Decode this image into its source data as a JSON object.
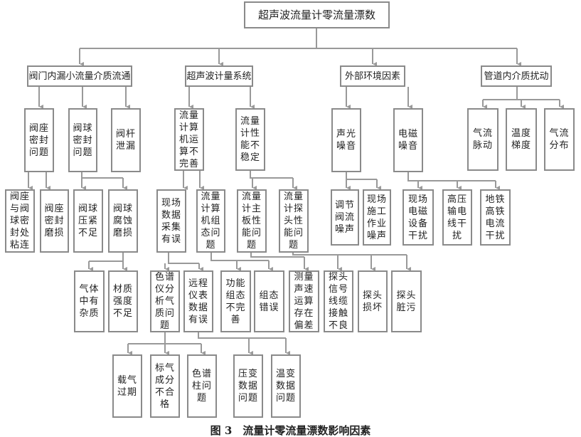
{
  "root": "超声波流量计零流量漂数",
  "l1": [
    "阀门内漏小流量介质流通",
    "超声波计量系统",
    "外部环境因素",
    "管道内介质扰动"
  ],
  "r2": [
    "阀座密封问题",
    "阀球密封问题",
    "阀杆泄漏",
    "流量计算机运算不完善",
    "流量计性能不稳定",
    "声光噪音",
    "电磁噪音",
    "气流脉动",
    "温度梯度",
    "气流分布"
  ],
  "r3": [
    "阀座与阀球密封处粘连",
    "阀座密封磨损",
    "阀球压紧不足",
    "阀球腐蚀磨损",
    "现场数据采集有误",
    "流量计算机组态问题",
    "流量计主板性能问题",
    "流量计探头性能问题",
    "调节阀流噪声",
    "现场施工作业噪声",
    "现场电磁设备干扰",
    "高压输电线干扰",
    "地铁高铁电流干扰"
  ],
  "r4": [
    "气体中有杂质",
    "材质强度不足",
    "色谱仪分析气质问题",
    "远程仪表数据有误",
    "功能组态不完善",
    "组态错误",
    "测量声速运算存在偏差",
    "探头信号线缆接触不良",
    "探头损坏",
    "探头脏污"
  ],
  "r5": [
    "载气过期",
    "标气成分不合格",
    "色谱柱问题",
    "压变数据问题",
    "温变数据问题"
  ],
  "caption": "图 3　流量计零流量漂数影响因素",
  "colors": {
    "line": "#999999",
    "border": "#8a8a8a"
  }
}
